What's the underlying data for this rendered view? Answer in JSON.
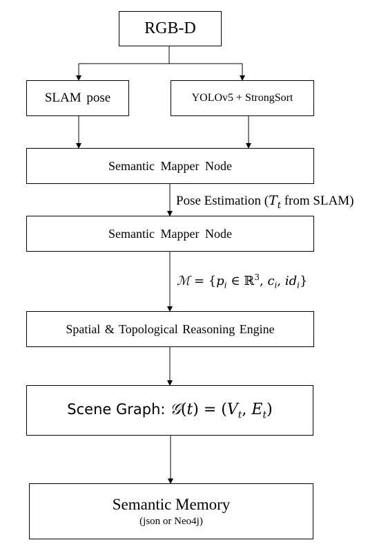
{
  "nodes": {
    "rgbd": "RGB-D",
    "slam": "SLAM pose",
    "yolo": "YOLOv5 + StrongSort",
    "mapper1": "Semantic Mapper Node",
    "mapper2": "Semantic Mapper Node",
    "reasoning": "Spatial & Topological Reasoning Engine",
    "scene_graph_prefix": "Scene Graph: ",
    "memory_title": "Semantic Memory",
    "memory_sub": "(json or Neo4j)"
  },
  "edges": {
    "pose_estimation_prefix": "Pose Estimation (",
    "pose_estimation_suffix": " from SLAM)"
  }
}
